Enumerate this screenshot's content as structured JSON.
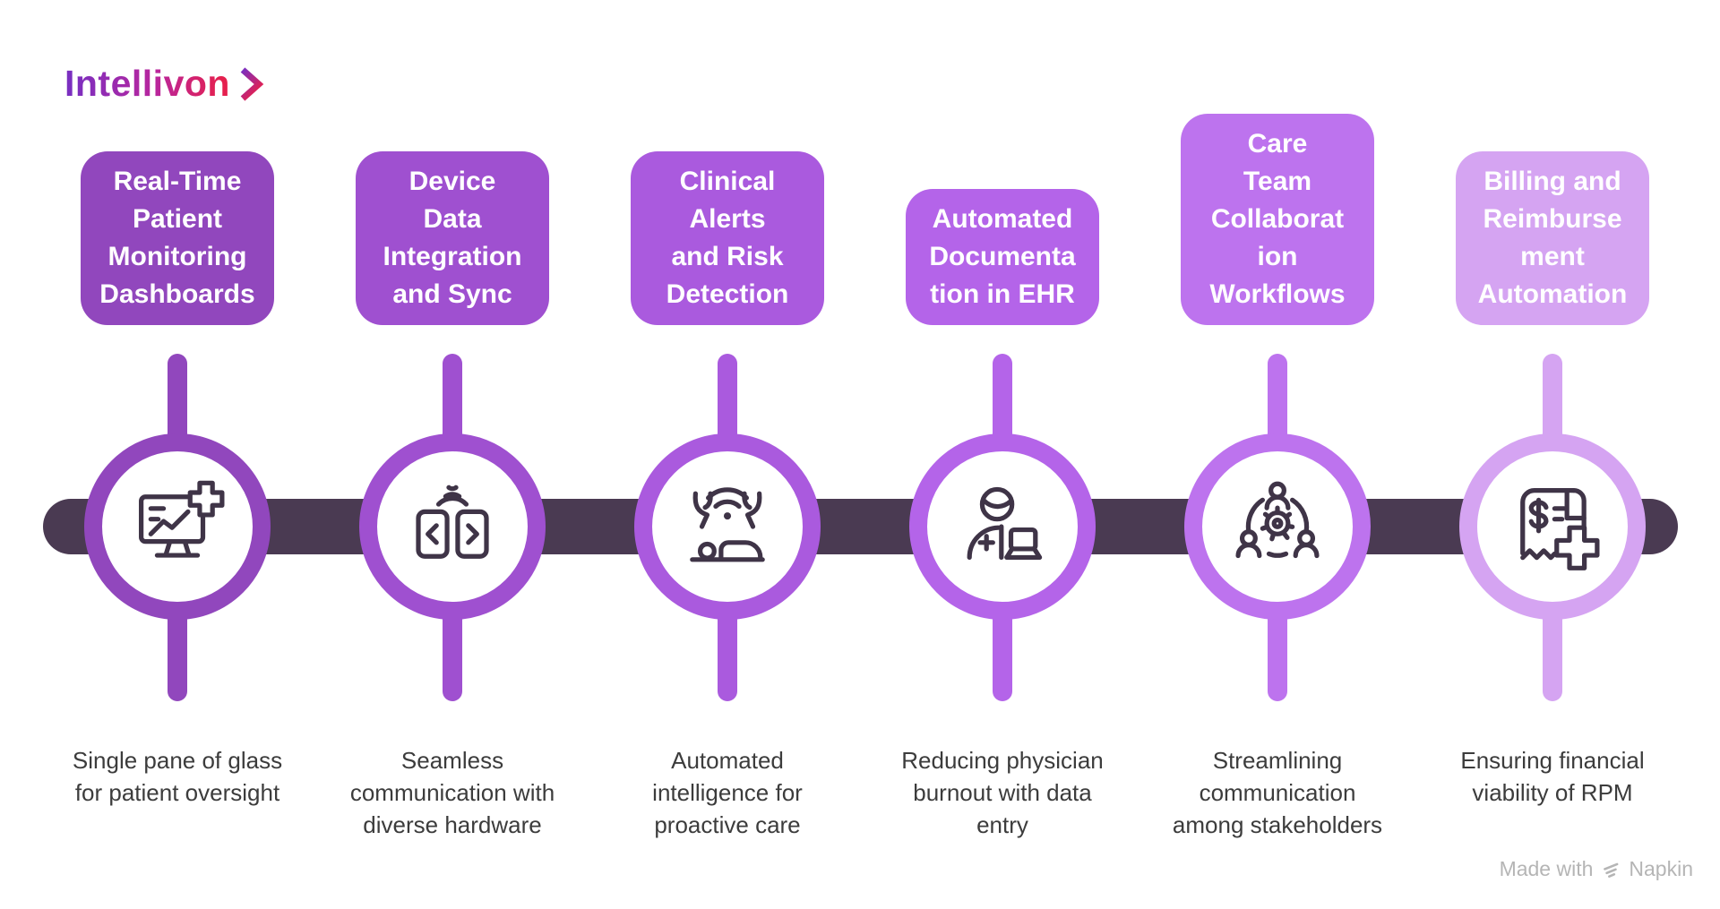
{
  "page": {
    "background": "#ffffff"
  },
  "logo": {
    "brand": "Intellivon",
    "gradient_from": "#7b2fc0",
    "gradient_mid": "#b9269d",
    "gradient_to": "#e5204e"
  },
  "timeline": {
    "bar_color": "#4a3a52",
    "icon_stroke": "#3f3447",
    "node_fill": "#ffffff"
  },
  "columns": [
    {
      "title_lines": [
        "Real-Time",
        "Patient",
        "Monitoring",
        "Dashboards"
      ],
      "caption_lines": [
        "Single pane of glass",
        "for patient oversight"
      ],
      "color": "#9147bd",
      "icon": "monitor-chart-plus-icon"
    },
    {
      "title_lines": [
        "Device",
        "Data",
        "Integration",
        "and Sync"
      ],
      "caption_lines": [
        "Seamless",
        "communication with",
        "diverse hardware"
      ],
      "color": "#9f50d0",
      "icon": "devices-sync-icon"
    },
    {
      "title_lines": [
        "Clinical",
        "Alerts",
        "and Risk",
        "Detection"
      ],
      "caption_lines": [
        "Automated",
        "intelligence for",
        "proactive care"
      ],
      "color": "#aa5ade",
      "icon": "patient-alert-wifi-icon"
    },
    {
      "title_lines": [
        "Automated",
        "Documenta",
        "tion in EHR"
      ],
      "caption_lines": [
        "Reducing physician",
        "burnout with data",
        "entry"
      ],
      "color": "#b464e9",
      "icon": "physician-laptop-icon"
    },
    {
      "title_lines": [
        "Care",
        "Team",
        "Collaborat",
        "ion",
        "Workflows"
      ],
      "caption_lines": [
        "Streamlining",
        "communication",
        "among stakeholders"
      ],
      "color": "#bd73ee",
      "icon": "team-gear-icon"
    },
    {
      "title_lines": [
        "Billing and",
        "Reimburse",
        "ment",
        "Automation"
      ],
      "caption_lines": [
        "Ensuring financial",
        "viability of RPM"
      ],
      "color": "#d5a4f2",
      "icon": "billing-receipt-icon"
    }
  ],
  "watermark": {
    "prefix": "Made with",
    "brand": "Napkin",
    "color": "#b5b5b5"
  }
}
